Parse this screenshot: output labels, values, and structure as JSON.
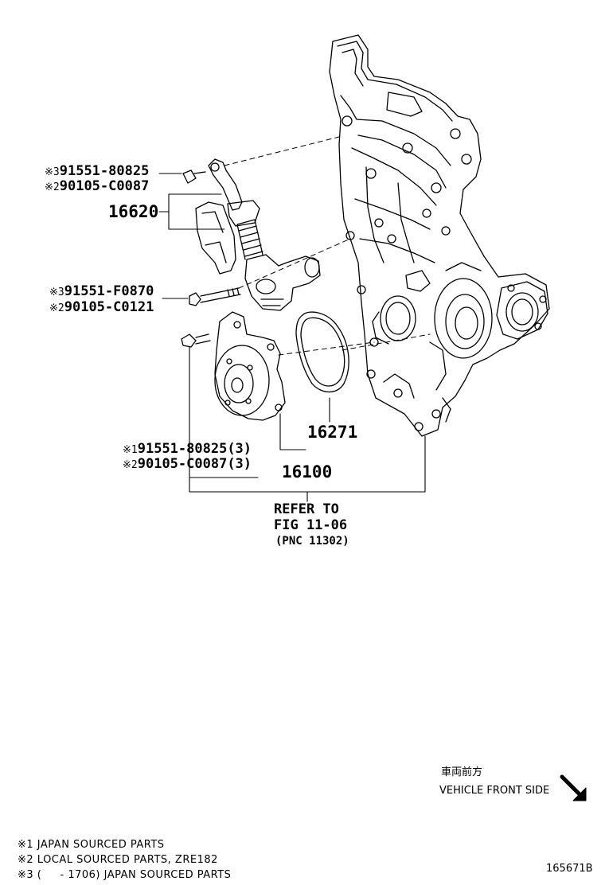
{
  "callouts": {
    "bolt_top_1": {
      "mark": "※3",
      "part": "91551-80825"
    },
    "bolt_top_2": {
      "mark": "※2",
      "part": "90105-C0087"
    },
    "tensioner": "16620",
    "bolt_mid_1": {
      "mark": "※3",
      "part": "91551-F0870"
    },
    "bolt_mid_2": {
      "mark": "※2",
      "part": "90105-C0121"
    },
    "gasket": "16271",
    "bolt_low_1": {
      "mark": "※1",
      "part": "91551-80825(3)"
    },
    "bolt_low_2": {
      "mark": "※2",
      "part": "90105-C0087(3)"
    },
    "water_pump": "16100"
  },
  "reference": {
    "line1": "REFER TO",
    "line2": "FIG 11-06",
    "line3": "(PNC 11302)"
  },
  "orientation": {
    "jp": "車両前方",
    "en": "VEHICLE FRONT SIDE"
  },
  "notes": [
    "※1 JAPAN SOURCED PARTS",
    "※2 LOCAL SOURCED PARTS, ZRE182",
    "※3 (     - 1706) JAPAN SOURCED PARTS"
  ],
  "figure_id": "165671B"
}
